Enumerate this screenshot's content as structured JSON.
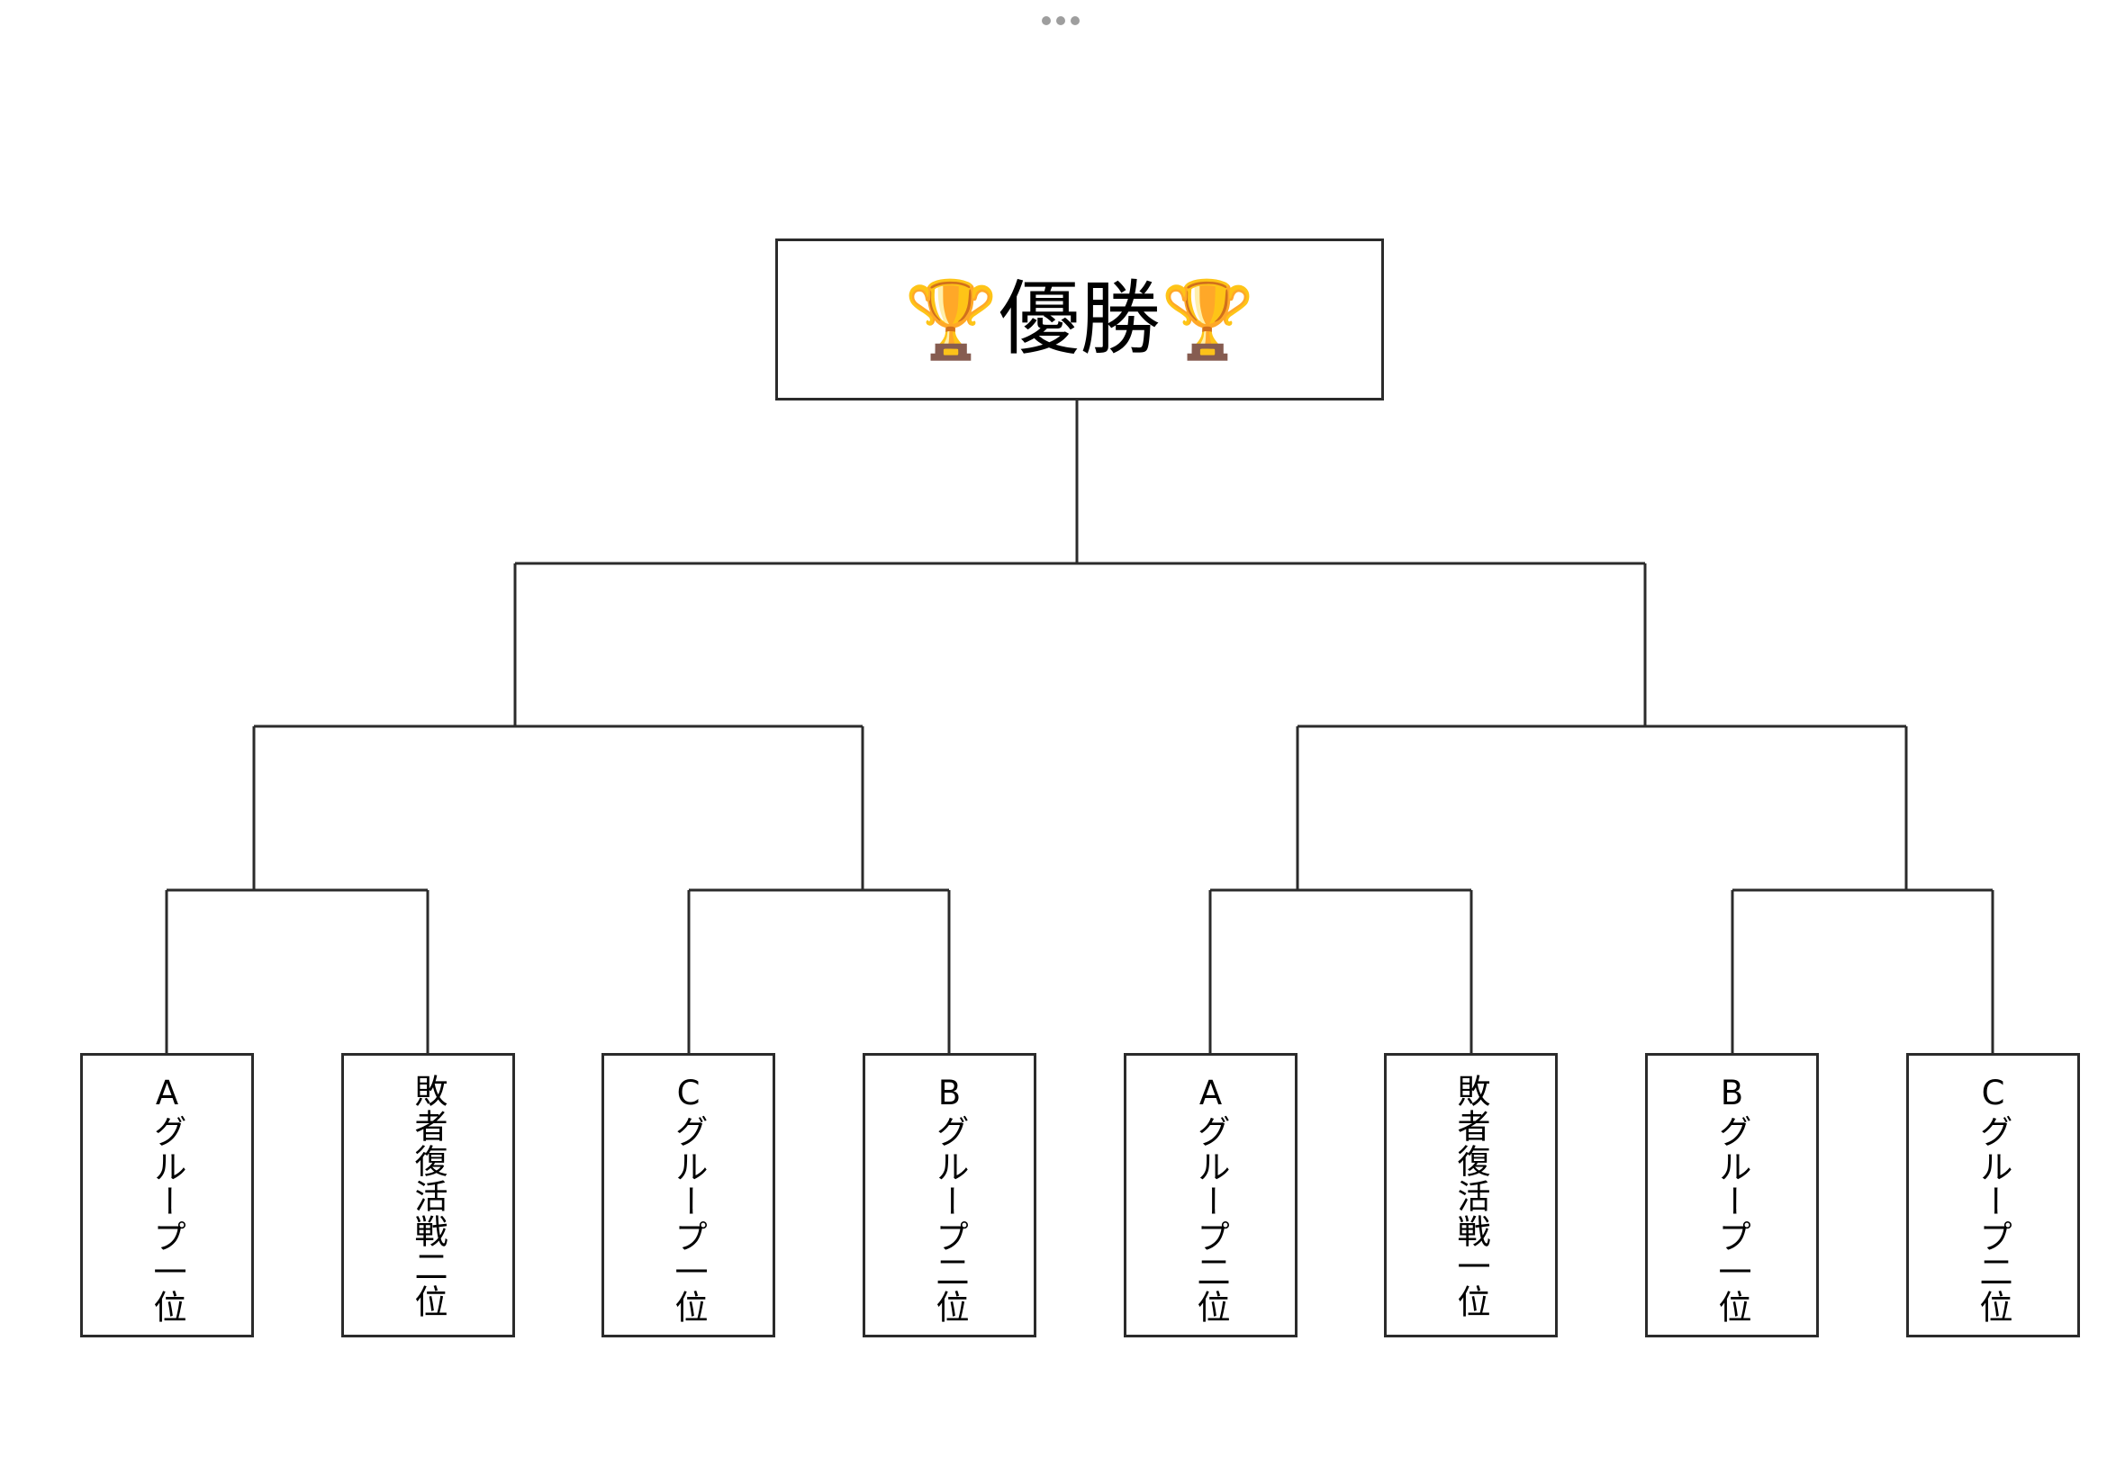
{
  "menu_icon": "more-dots-icon",
  "champion": {
    "title": "優勝",
    "icon": "trophy-icon",
    "emoji": "🏆"
  },
  "leaves": [
    "Aグループ一位",
    "敗者復活戦二位",
    "Cグループ一位",
    "Bグループ二位",
    "Aグループ二位",
    "敗者復活戦一位",
    "Bグループ一位",
    "Cグループ二位"
  ],
  "colors": {
    "line": "#2b2b2b",
    "dots": "#9e9e9e"
  }
}
